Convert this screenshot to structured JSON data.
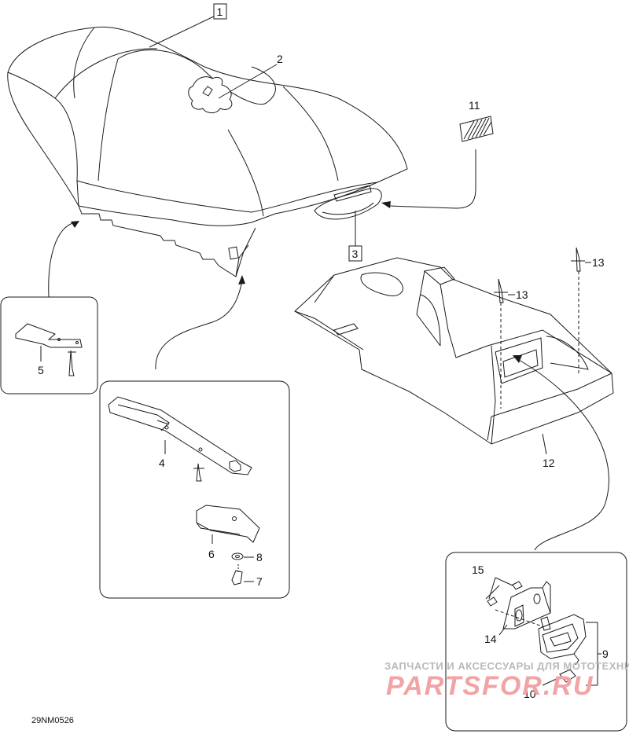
{
  "diagram": {
    "drawing_code": "29NM0526",
    "callouts": {
      "c1": "1",
      "c2": "2",
      "c3": "3",
      "c4": "4",
      "c5": "5",
      "c6": "6",
      "c7": "7",
      "c8": "8",
      "c9": "9",
      "c10": "10",
      "c11": "11",
      "c12": "12",
      "c13a": "13",
      "c13b": "13",
      "c14": "14",
      "c15": "15"
    },
    "watermark": {
      "top": "ЗАПЧАСТИ И АКСЕССУАРЫ ДЛЯ МОТОТЕХНИКИ",
      "logo": "PARTSFOR.RU"
    },
    "colors": {
      "line": "#1a1a1a",
      "watermark_logo": "#f2a3a3",
      "watermark_text": "#b9b9b9"
    }
  }
}
